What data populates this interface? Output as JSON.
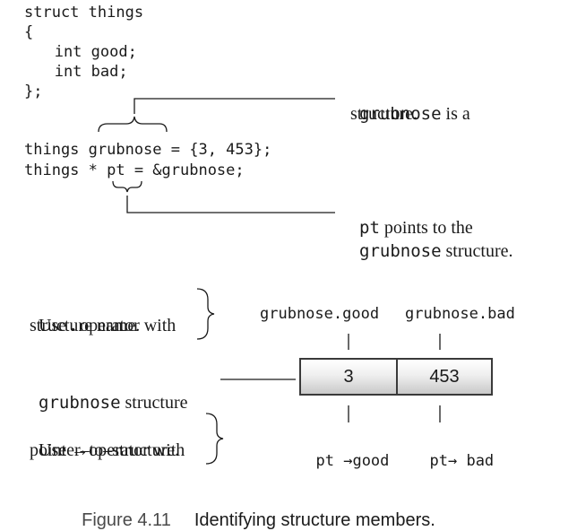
{
  "code": {
    "lines": [
      "struct things",
      "{",
      "   int good;",
      "   int bad;",
      "};"
    ],
    "decl1": "things grubnose = {3, 453};",
    "decl2": "things * pt = &grubnose;"
  },
  "annotations": {
    "grubnose_is": {
      "code": "grubnose",
      "text": " is a",
      "line2": "structure."
    },
    "pt_points": {
      "code": "pt",
      "text": " points to the",
      "code2": "grubnose",
      "text2": " structure."
    }
  },
  "dot_note": {
    "prefix": "Use ",
    "op": ".",
    "suffix": " operator with",
    "line2": "structure name."
  },
  "arrow_note": {
    "prefix": "Use ",
    "op": "→",
    "suffix": "operator with",
    "line2": "pointer–to–structure."
  },
  "member_labels": {
    "good": "grubnose.good",
    "bad": "grubnose.bad"
  },
  "structure_label": {
    "code": "grubnose",
    "text": " structure"
  },
  "cells": {
    "good_value": "3",
    "bad_value": "453"
  },
  "pointer_labels": {
    "good": {
      "pre": "pt ",
      "arrow": "→",
      "member": "good"
    },
    "bad": {
      "pre": "pt",
      "arrow": "→",
      "member": " bad"
    }
  },
  "caption": {
    "figure": "Figure 4.11",
    "title": "Identifying structure members."
  }
}
